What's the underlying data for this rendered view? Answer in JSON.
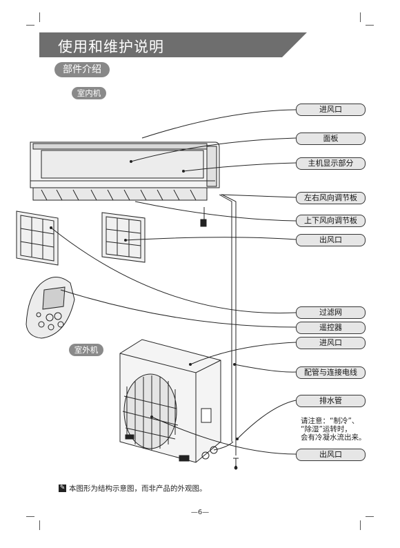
{
  "header": {
    "title": "使用和维护说明"
  },
  "section": {
    "label": "部件介绍"
  },
  "groups": {
    "indoor": "室内机",
    "outdoor": "室外机"
  },
  "labels": {
    "air_inlet_top": "进风口",
    "panel": "面板",
    "display": "主机显示部分",
    "lr_louver": "左右风向调节板",
    "ud_louver": "上下风向调节板",
    "air_outlet_top": "出风口",
    "filter": "过滤网",
    "remote": "遥控器",
    "air_inlet_outdoor": "进风口",
    "piping": "配管与连接电线",
    "drain": "排水管",
    "air_outlet_outdoor": "出风口"
  },
  "note": {
    "line1": "请注意：“制冷”、",
    "line2": "“除湿”运转时，",
    "line3": "会有冷凝水流出来。"
  },
  "footnote": {
    "icon": "pencil-icon",
    "text": "本图形为结构示意图，而非产品的外观图。"
  },
  "page": {
    "number": "—6—"
  }
}
